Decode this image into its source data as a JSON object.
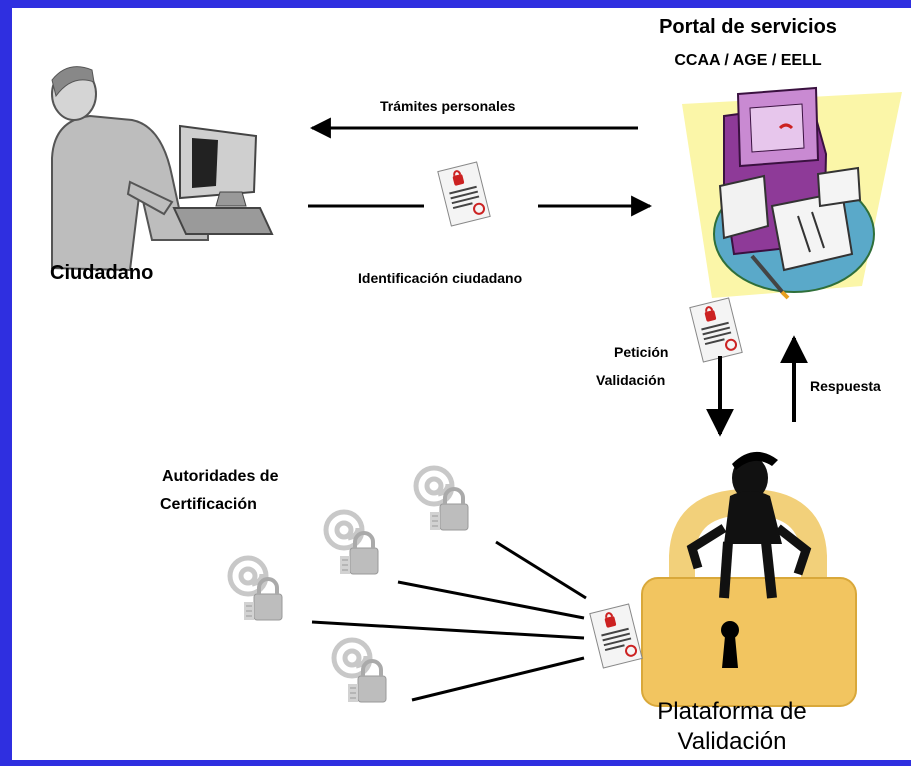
{
  "nodes": {
    "portal": {
      "title": "Portal de servicios",
      "subtitle": "CCAA / AGE / EELL"
    },
    "citizen": {
      "label": "Ciudadano"
    },
    "authorities": {
      "label_line1": "Autoridades de",
      "label_line2": "Certificación"
    },
    "platform": {
      "label_line1": "Plataforma de",
      "label_line2": "Validación"
    }
  },
  "edges": {
    "tramites": "Trámites personales",
    "identificacion": "Identificación ciudadano",
    "peticion_line1": "Petición",
    "peticion_line2": "Validación",
    "respuesta": "Respuesta"
  },
  "colors": {
    "border": "#2f2fe0",
    "lock_body": "#f2c560",
    "lock_shackle": "#f2d07a",
    "gray_icon": "#b8b8b8"
  }
}
